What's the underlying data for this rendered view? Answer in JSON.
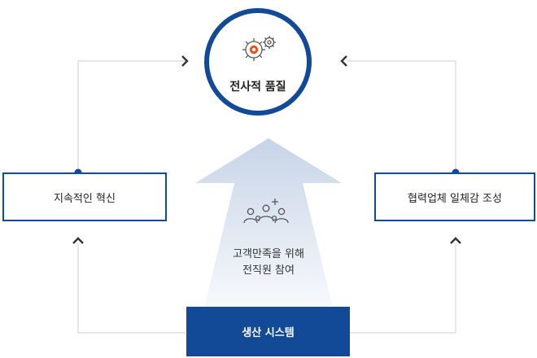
{
  "center": {
    "label": "전사적 품질",
    "icon": "gears-icon"
  },
  "left_box": {
    "label": "지속적인 혁신"
  },
  "right_box": {
    "label": "협력업체 일체감 조성"
  },
  "arrow": {
    "icon": "people-plus-icon",
    "line1": "고객만족을 위해",
    "line2": "전직원 참여"
  },
  "base": {
    "label": "생산 시스템"
  },
  "colors": {
    "primary": "#124a97",
    "accent_orange": "#e8541e",
    "connector": "#cccccc",
    "arrow_gradient_top": "#c7d4e7",
    "arrow_gradient_bottom": "#f7f9fc"
  }
}
